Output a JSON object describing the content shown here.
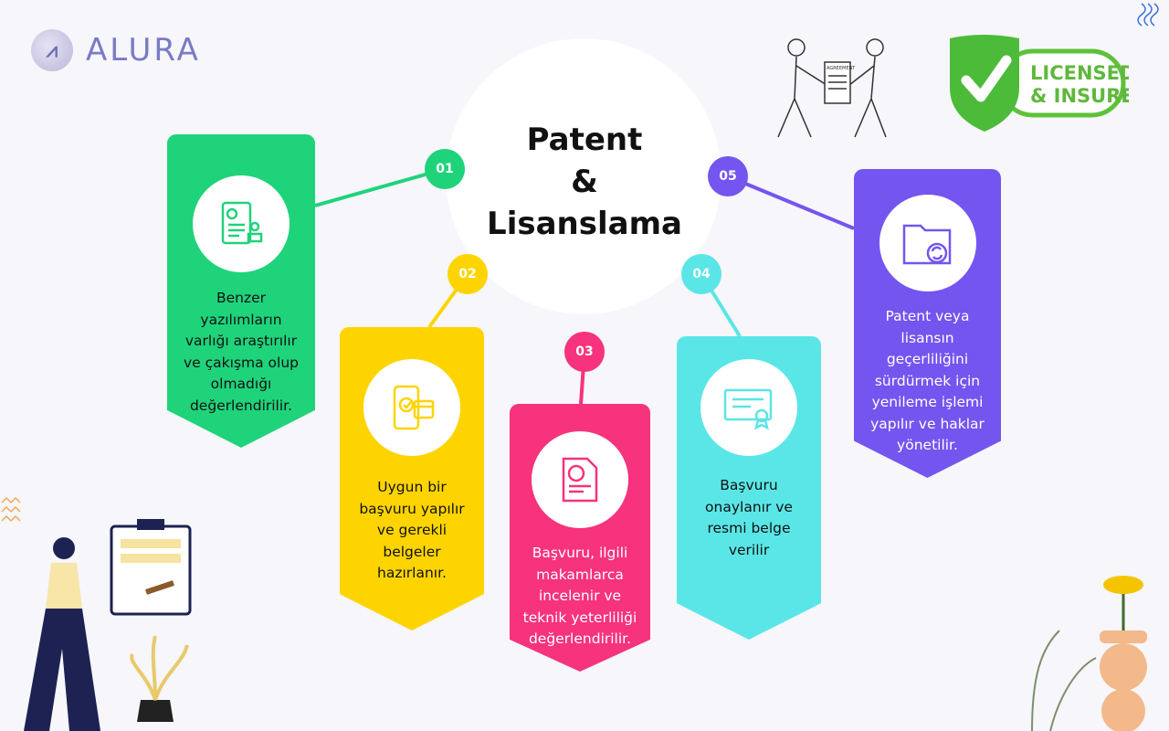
{
  "logo": {
    "text": "ALURA"
  },
  "title": {
    "line1": "Patent",
    "line2": "&",
    "line3": "Lisanslama"
  },
  "badge": {
    "line1": "LICENSED",
    "line2": "& INSURED"
  },
  "illustration": {
    "document_label": "AGREEMENT"
  },
  "colors": {
    "step1": "#1fd37b",
    "step2": "#fdd400",
    "step3": "#f6337c",
    "step4": "#5ae6e6",
    "step5": "#7455ef"
  },
  "steps": [
    {
      "number": "01",
      "icon": "document-stamp-icon",
      "text": "Benzer yazılımların varlığı araştırılır ve çakışma olup olmadığı değerlendirilir."
    },
    {
      "number": "02",
      "icon": "mobile-payment-check-icon",
      "text": "Uygun bir başvuru yapılır ve gerekli belgeler hazırlanır."
    },
    {
      "number": "03",
      "icon": "document-seal-icon",
      "text": "Başvuru, ilgili makamlarca incelenir ve teknik yeterliliği değerlendirilir."
    },
    {
      "number": "04",
      "icon": "certificate-icon",
      "text": "Başvuru onaylanır ve resmi belge verilir"
    },
    {
      "number": "05",
      "icon": "folder-refresh-icon",
      "text": "Patent veya lisansın geçerliliğini sürdürmek için yenileme işlemi yapılır ve haklar yönetilir."
    }
  ]
}
